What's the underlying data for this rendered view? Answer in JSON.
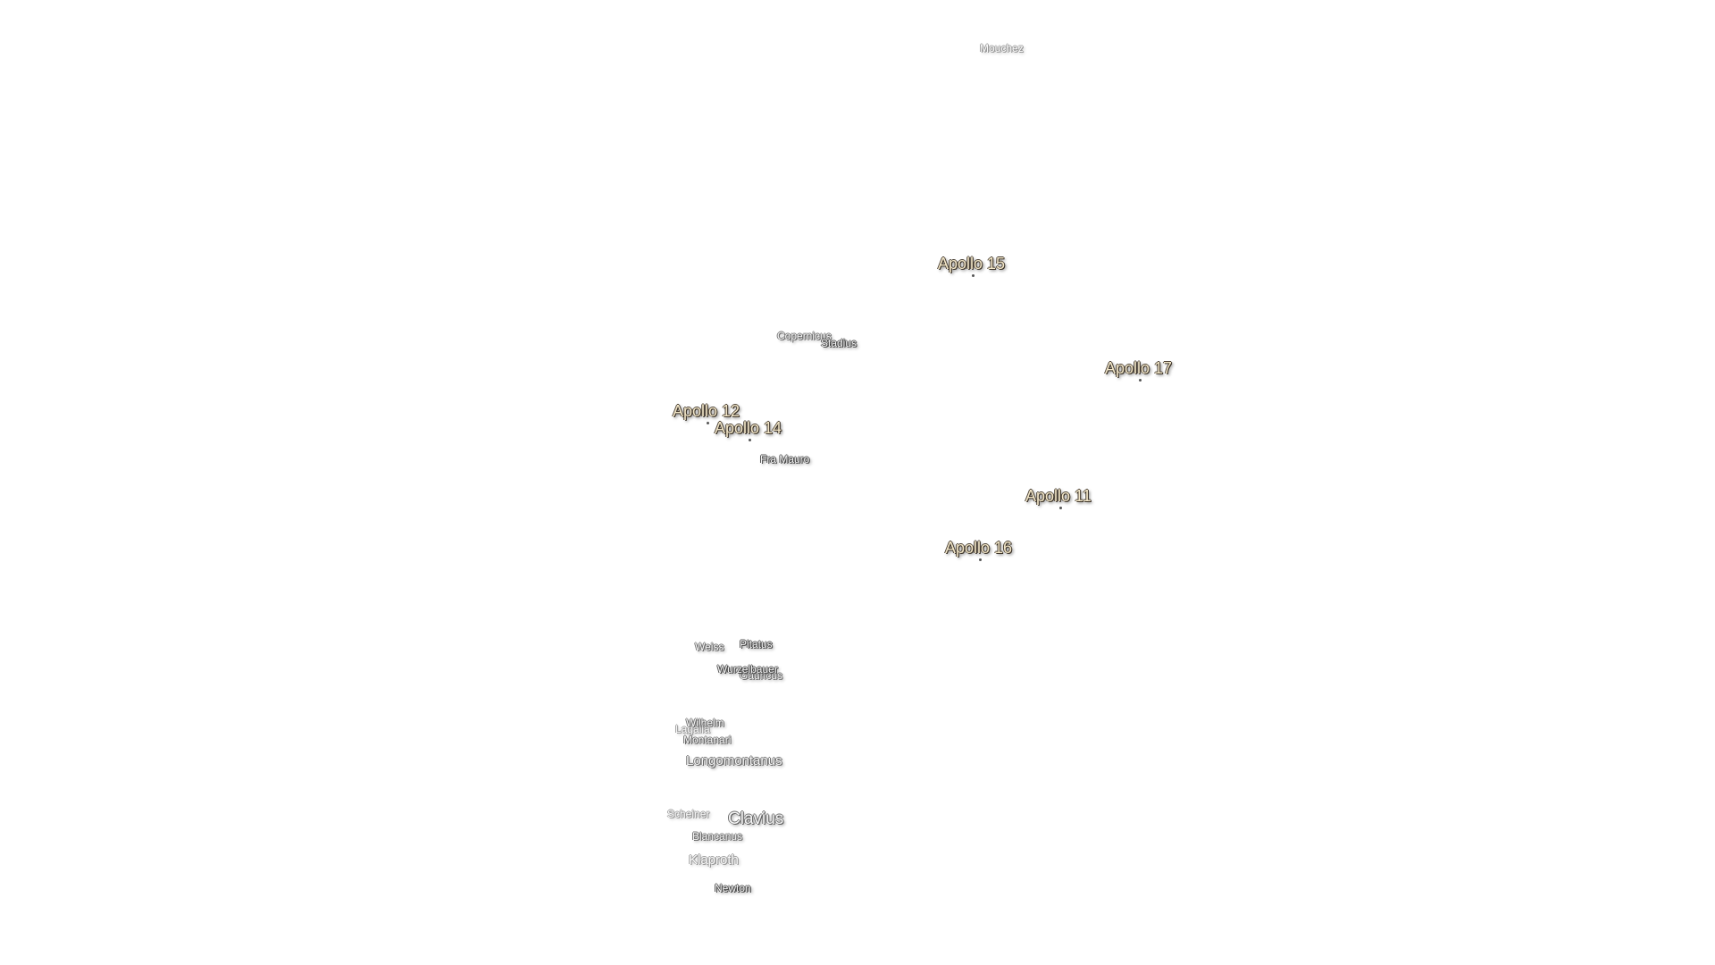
{
  "landing_sites": [
    {
      "id": "apollo-15",
      "label": "Apollo 15"
    },
    {
      "id": "apollo-17",
      "label": "Apollo 17"
    },
    {
      "id": "apollo-12",
      "label": "Apollo 12"
    },
    {
      "id": "apollo-14",
      "label": "Apollo 14"
    },
    {
      "id": "apollo-11",
      "label": "Apollo 11"
    },
    {
      "id": "apollo-16",
      "label": "Apollo 16"
    }
  ],
  "craters": {
    "mouchez": "Mouchez",
    "copernicus": "Copernicus",
    "stadius": "Stadius",
    "fra_mauro": "Fra Mauro",
    "weiss": "Weiss",
    "pitatus": "Pitatus",
    "wurzelbauer": "Wurzelbauer",
    "gauricus": "Gauricus",
    "wilhelm": "Wilhelm",
    "lagalla": "Lagalla",
    "montanari": "Montanari",
    "longomontanus": "Longomontanus",
    "scheiner": "Scheiner",
    "clavius": "Clavius",
    "blancanus": "Blancanus",
    "klaproth": "Klaproth",
    "newton": "Newton"
  },
  "colors": {
    "apollo_label": "#f3e7c9",
    "crater_label": "#f4f4f4",
    "background": "#ffffff"
  }
}
